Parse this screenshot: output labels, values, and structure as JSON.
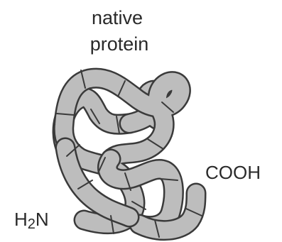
{
  "diagram": {
    "title_line1": "native",
    "title_line2": "protein",
    "n_terminus": "H2N",
    "n_terminus_main": "H",
    "n_terminus_sub": "2",
    "n_terminus_tail": "N",
    "c_terminus": "COOH",
    "colors": {
      "chain_fill": "#bdbdbd",
      "chain_outline": "#3a3a3a",
      "text": "#2a2a2a",
      "background": "#ffffff"
    }
  }
}
